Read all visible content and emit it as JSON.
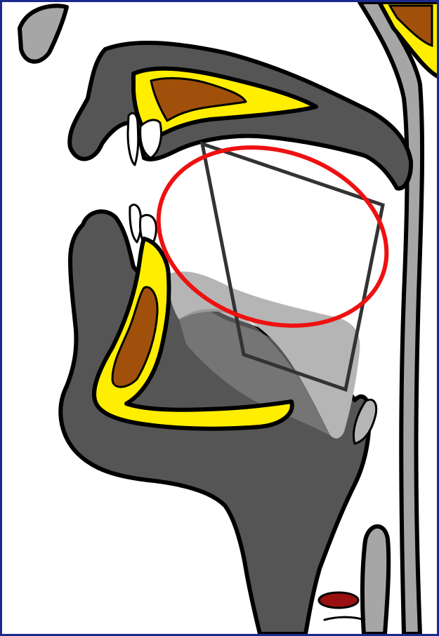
{
  "diagram": {
    "subject": "sagittal-vocal-tract",
    "colors": {
      "border": "#1a2a8c",
      "soft_tissue": "#555555",
      "tongue_highlight": "#8a8a8a",
      "pharynx_light": "#b5b5b5",
      "bone": "#ffee00",
      "marrow": "#a0500a",
      "spine": "#a6a6a6",
      "teeth": "#ffffff",
      "vowel_ellipse": "#ee1111",
      "quadrilateral": "#333333",
      "trachea_mark": "#9a1010"
    },
    "components": [
      "nose",
      "upper-lip",
      "hard-palate",
      "upper-teeth",
      "lower-teeth",
      "lower-lip",
      "mandible",
      "tongue",
      "pharynx",
      "epiglottis",
      "larynx",
      "spine",
      "vowel-ellipse",
      "vowel-quadrilateral"
    ]
  }
}
